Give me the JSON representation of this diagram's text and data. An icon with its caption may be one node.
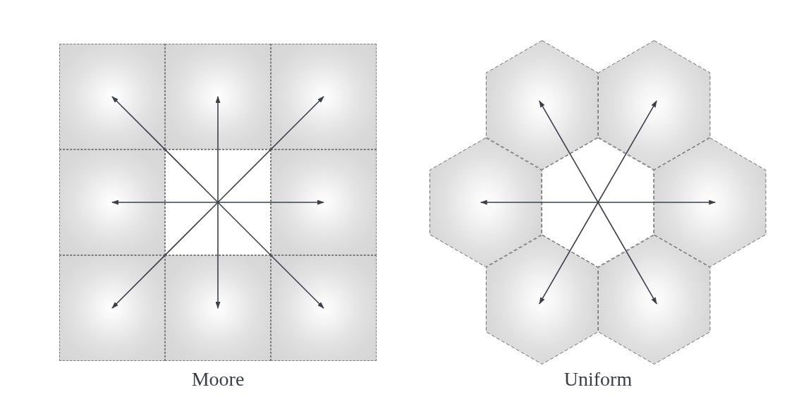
{
  "diagram": {
    "nodes": [
      {
        "text": [],
        "shape": "box"
      },
      {
        "text": [],
        "shape": "box"
      },
      {
        "text": [],
        "shape": "box"
      },
      {
        "text": [],
        "shape": "box"
      },
      {
        "text": [],
        "shape": "box"
      },
      {
        "text": [],
        "shape": "box"
      },
      {
        "text": [],
        "shape": "box"
      },
      {
        "text": [],
        "shape": "box"
      },
      {
        "text": [],
        "shape": "box"
      },
      {
        "text": [],
        "shape": "hexagon"
      },
      {
        "text": [],
        "shape": "hexagon"
      },
      {
        "text": [],
        "shape": "hexagon"
      },
      {
        "text": [],
        "shape": "hexagon"
      },
      {
        "text": [],
        "shape": "hexagon"
      },
      {
        "text": [],
        "shape": "hexagon"
      },
      {
        "text": [],
        "shape": "hexagon"
      }
    ],
    "edges": [
      {
        "from": 4,
        "to": 0,
        "arrow": "to"
      },
      {
        "from": 4,
        "to": 1,
        "arrow": "to"
      },
      {
        "from": 4,
        "to": 2,
        "arrow": "to"
      },
      {
        "from": 4,
        "to": 3,
        "arrow": "to"
      },
      {
        "from": 4,
        "to": 5,
        "arrow": "to"
      },
      {
        "from": 4,
        "to": 6,
        "arrow": "to"
      },
      {
        "from": 4,
        "to": 7,
        "arrow": "to"
      },
      {
        "from": 4,
        "to": 8,
        "arrow": "to"
      },
      {
        "from": 12,
        "to": 9,
        "arrow": "to"
      },
      {
        "from": 12,
        "to": 10,
        "arrow": "to"
      },
      {
        "from": 12,
        "to": 11,
        "arrow": "to"
      },
      {
        "from": 12,
        "to": 13,
        "arrow": "to"
      },
      {
        "from": 12,
        "to": 14,
        "arrow": "to"
      },
      {
        "from": 12,
        "to": 15,
        "arrow": "to"
      }
    ],
    "labels": [
      "Moore",
      "Uniform"
    ]
  }
}
